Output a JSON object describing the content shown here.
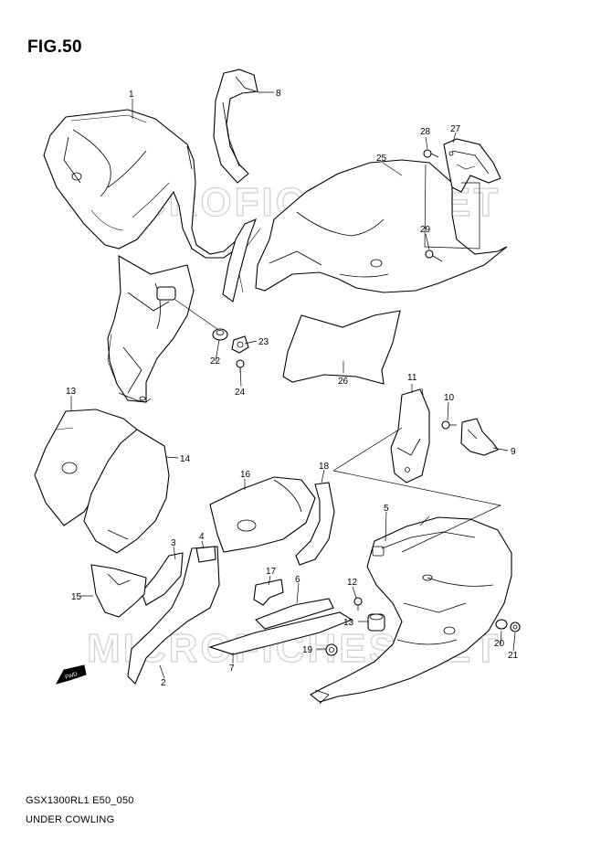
{
  "figure": {
    "title": "FIG.50",
    "model_code": "GSX1300RL1 E50_050",
    "caption": "UNDER COWLING",
    "watermark": "MICROFICHES.NET",
    "direction_marker": "FWD"
  },
  "callouts": [
    "1",
    "2",
    "3",
    "4",
    "5",
    "7",
    "8",
    "9",
    "10",
    "11",
    "12",
    "13",
    "13",
    "14",
    "15",
    "16",
    "17",
    "18",
    "19",
    "20",
    "21",
    "22",
    "23",
    "24",
    "25",
    "26",
    "27",
    "28",
    "29",
    "6"
  ]
}
